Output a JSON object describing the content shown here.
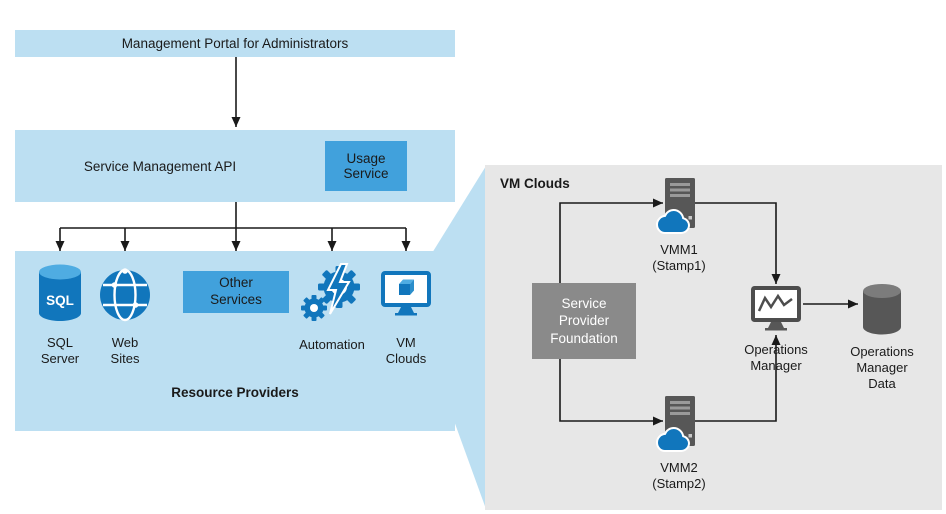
{
  "colors": {
    "light_blue": "#BCDFF2",
    "accent_blue": "#41A1DC",
    "icon_blue": "#1176BC",
    "icon_blue_light": "#4FACE2",
    "icon_blue_mid": "#2B8ECB",
    "panel_gray": "#E7E7E7",
    "spf_gray": "#8A8A8A",
    "dark_gray": "#575757",
    "line_color": "#1A1A1A",
    "text_color": "#1A1A1A"
  },
  "stack": {
    "portal_label": "Management Portal for Administrators",
    "api_label": "Service Management API",
    "usage_service_label": "Usage Service",
    "providers": {
      "title": "Resource Providers",
      "sql_icon_text": "SQL",
      "sql_label": "SQL Server",
      "web_label": "Web Sites",
      "other_services_label": "Other Services",
      "automation_label": "Automation",
      "vm_clouds_label": "VM Clouds"
    }
  },
  "panel": {
    "title": "VM Clouds",
    "spf_label": "Service Provider Foundation",
    "vmm1_label": "VMM1 (Stamp1)",
    "vmm2_label": "VMM2 (Stamp2)",
    "ops_mgr_label": "Operations Manager",
    "ops_data_label": "Operations Manager Data"
  }
}
